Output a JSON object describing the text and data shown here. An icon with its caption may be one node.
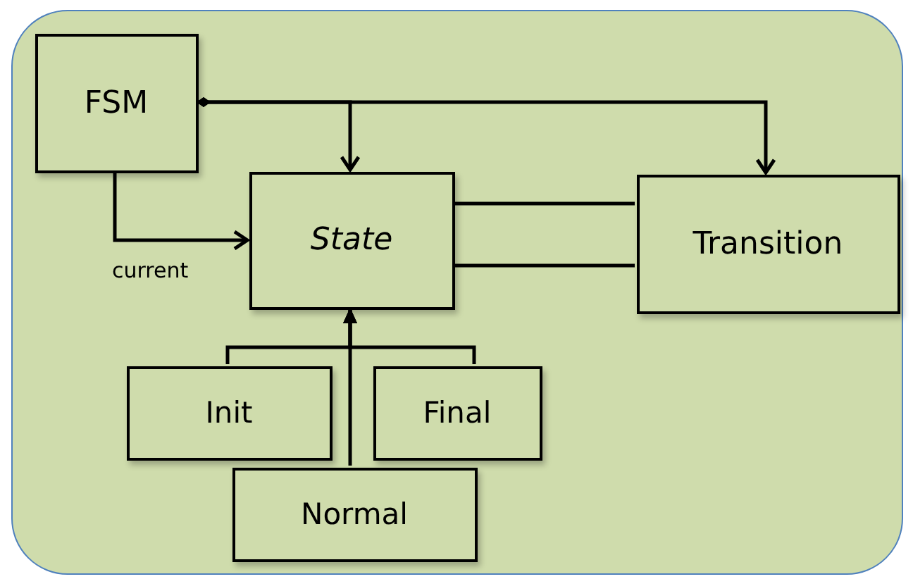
{
  "diagram": {
    "nodes": [
      {
        "text": [],
        "shape": "box"
      },
      {
        "text": [
          "FSM"
        ],
        "in": 0
      },
      {
        "text": [
          "State"
        ],
        "in": 0
      },
      {
        "text": [
          "Transition"
        ],
        "in": 0
      },
      {
        "text": [
          "Init"
        ],
        "in": 0
      },
      {
        "text": [
          "Final"
        ],
        "in": 0
      },
      {
        "text": [
          "Normal"
        ],
        "in": 0
      }
    ],
    "edges": [
      {
        "from": 1,
        "to": 2,
        "arrow": "to"
      },
      {
        "from": 1,
        "to": 3,
        "arrow": "to"
      },
      {
        "from": 1,
        "to": 2,
        "arrow": "to",
        "label": "current"
      },
      {
        "from": 2,
        "to": 3,
        "arrow": "none"
      },
      {
        "from": 2,
        "to": 3,
        "arrow": "none"
      },
      {
        "from": 4,
        "to": 2,
        "arrow": "to"
      },
      {
        "from": 5,
        "to": 2,
        "arrow": "to"
      },
      {
        "from": 6,
        "to": 2,
        "arrow": "to"
      }
    ]
  }
}
